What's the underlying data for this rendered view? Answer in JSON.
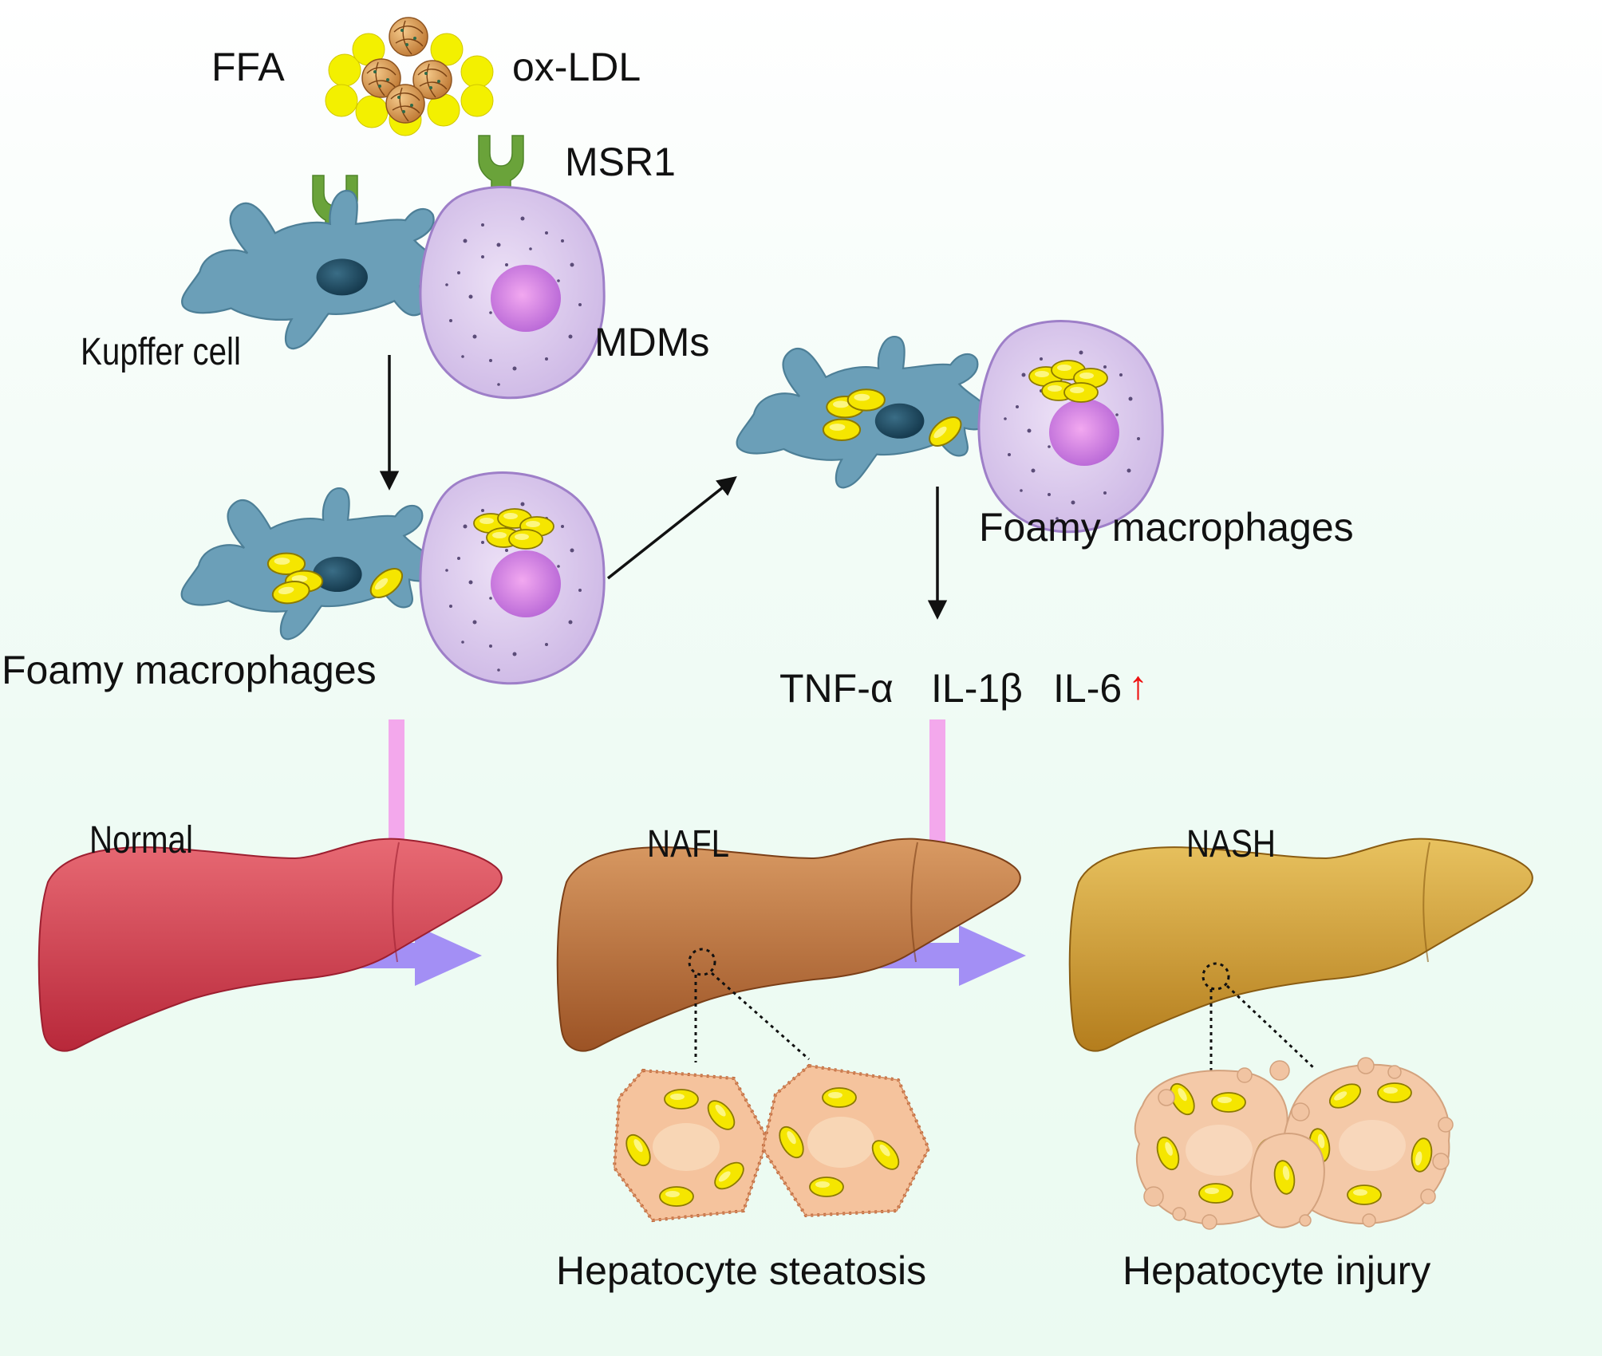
{
  "labels": {
    "ffa": "FFA",
    "ox_ldl": "ox-LDL",
    "msr1": "MSR1",
    "kupffer": "Kupffer cell",
    "mdms": "MDMs",
    "foamy_left": "Foamy macrophages",
    "foamy_right": "Foamy macrophages",
    "tnf": "TNF-α",
    "il1b": "IL-1β",
    "il6": "IL-6",
    "il6_arrow": "↑",
    "normal": "Normal",
    "nafl": "NAFL",
    "nash": "NASH",
    "steatosis": "Hepatocyte steatosis",
    "injury": "Hepatocyte injury"
  },
  "colors": {
    "kupffer_cell": "#6a9fb6",
    "mdm_cell": "#dcc9ec",
    "receptor": "#6aa33a",
    "lipid": "#f2e400",
    "ox_ldl_particle": "#d99a55",
    "liver_normal": "#d2404f",
    "liver_nafl": "#b86a36",
    "liver_nash": "#c9972c",
    "pink_arrow": "#f2a6ea",
    "purple_arrow": "#a58ef5",
    "background_lower": "#eafaf2",
    "up_arrow": "#ee1111"
  }
}
